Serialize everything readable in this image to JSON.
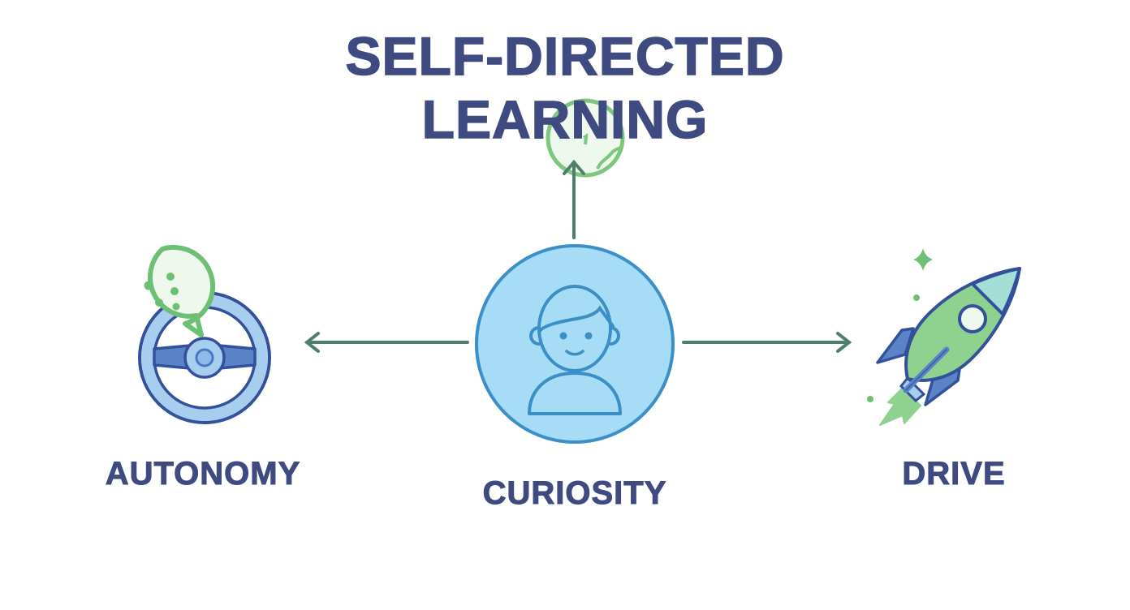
{
  "title": {
    "line1": "SELF-DIRECTED",
    "line2": "LEARNING"
  },
  "nodes": {
    "center": {
      "label": "CURIOSITY",
      "icon": "child-face-icon"
    },
    "left": {
      "label": "AUTONOMY",
      "icon": "steering-wheel-speech-bubble-icon"
    },
    "right": {
      "label": "DRIVE",
      "icon": "rocket-icon"
    },
    "top": {
      "icon": "globe-icon"
    }
  },
  "edges": [
    {
      "from": "CURIOSITY",
      "to": "SELF-DIRECTED LEARNING",
      "direction": "up"
    },
    {
      "from": "CURIOSITY",
      "to": "AUTONOMY",
      "direction": "left"
    },
    {
      "from": "CURIOSITY",
      "to": "DRIVE",
      "direction": "right"
    }
  ],
  "colors": {
    "text": "#3f4a80",
    "arrow": "#4e7f6a",
    "center_fill": "#a6dcf5",
    "center_stroke": "#3b8fc6",
    "green": "#6cbf73",
    "light_green": "#e8f6e6",
    "wheel_fill": "#a7cdef",
    "wheel_stroke": "#34509a",
    "rocket_body": "#8fd18f",
    "rocket_fin": "#5b84c8",
    "rocket_nose": "#a3dfd4"
  }
}
